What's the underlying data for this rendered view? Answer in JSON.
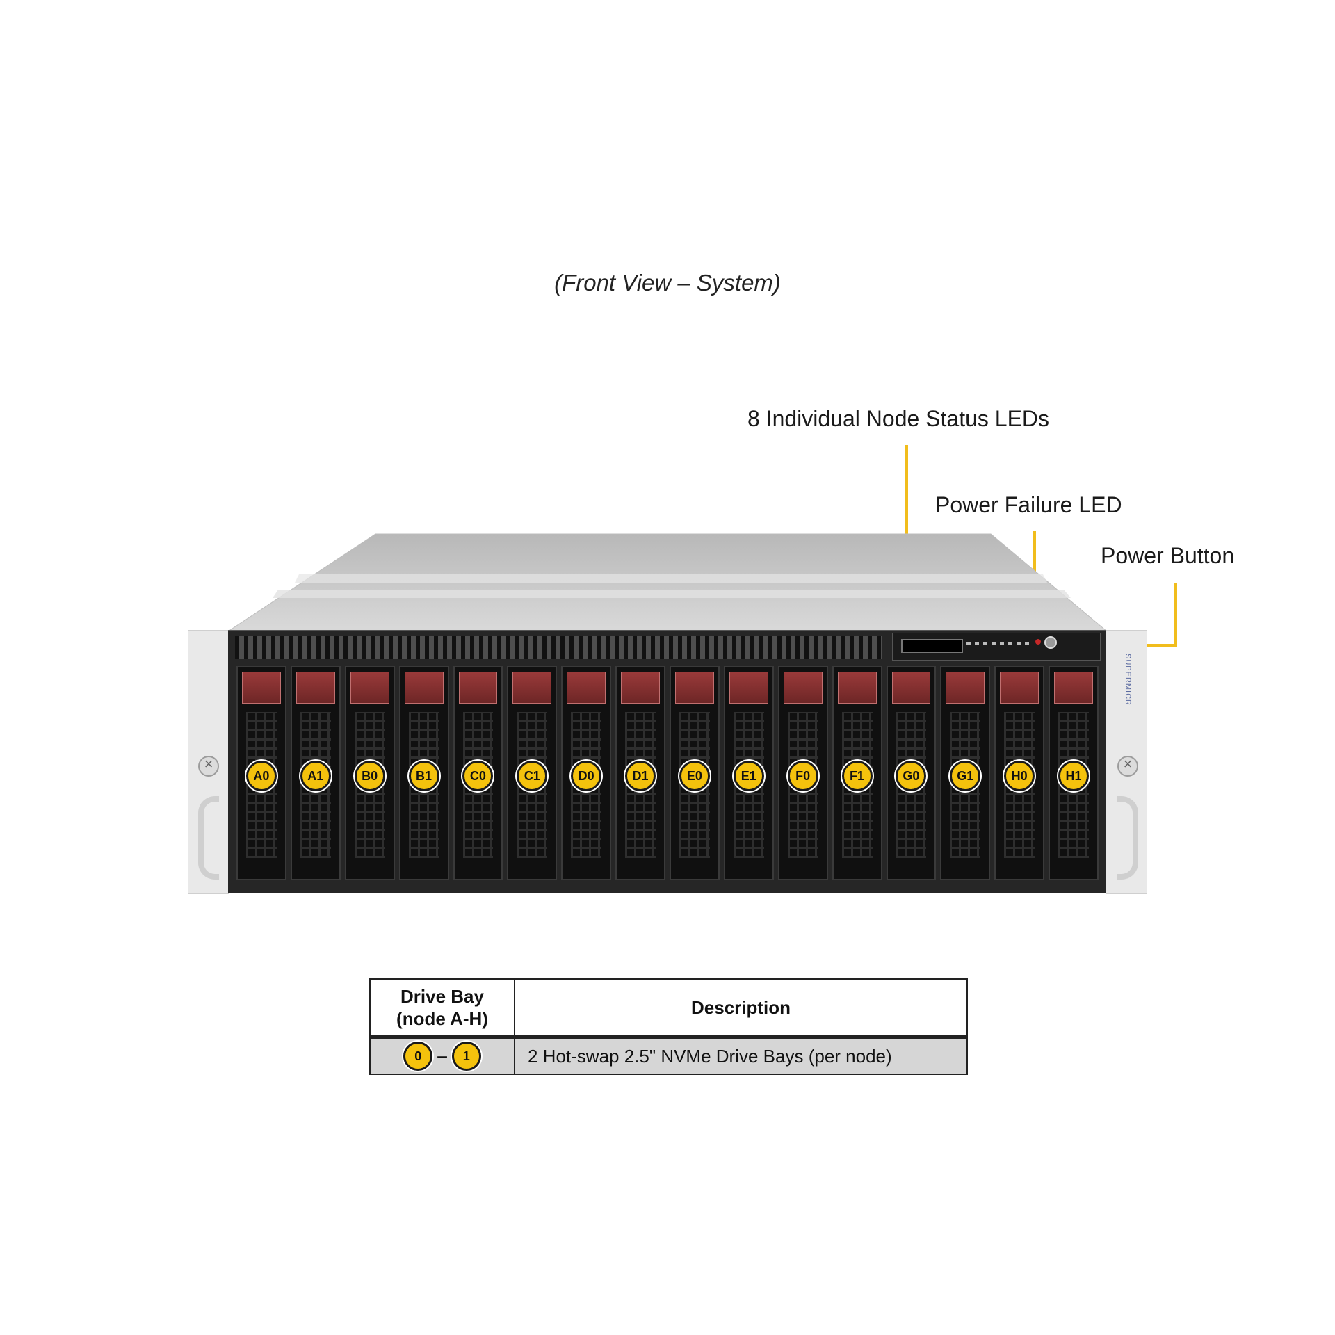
{
  "view_title": "(Front View – System)",
  "callouts": {
    "node_status_leds": "8 Individual  Node Status  LEDs",
    "power_failure_led": "Power Failure LED",
    "power_button": "Power Button"
  },
  "drive_bays": [
    "A0",
    "A1",
    "B0",
    "B1",
    "C0",
    "C1",
    "D0",
    "D1",
    "E0",
    "E1",
    "F0",
    "F1",
    "G0",
    "G1",
    "H0",
    "H1"
  ],
  "brand_strip": "SUPERMICR",
  "legend_table": {
    "headers": {
      "bay_line1": "Drive Bay",
      "bay_line2": "(node A-H)",
      "description": "Description"
    },
    "row": {
      "bay_start": "0",
      "bay_end": "1",
      "description": "2 Hot-swap  2.5\" NVMe Drive  Bays (per node)"
    }
  },
  "colors": {
    "badge": "#f4c20d",
    "leader_line": "#f1bd1c",
    "latch": "#8a3030",
    "chassis": "#262626"
  }
}
